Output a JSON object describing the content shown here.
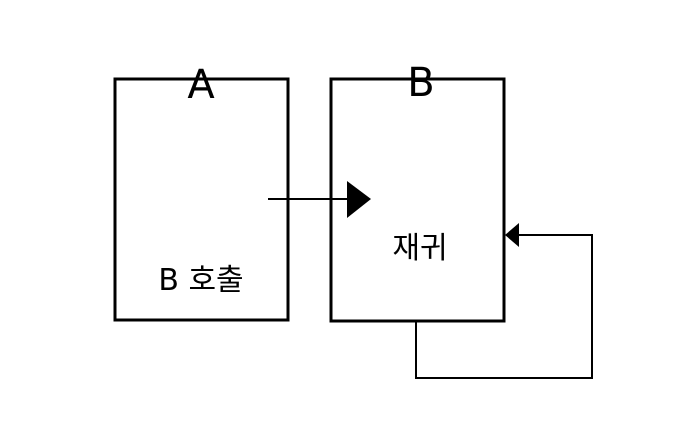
{
  "box_a": {
    "title": "A",
    "body": "B 호출"
  },
  "box_b": {
    "title": "B",
    "body": "재귀"
  },
  "edges": [
    {
      "from": "box_a",
      "to": "box_b",
      "label": ""
    },
    {
      "from": "box_b",
      "to": "box_b",
      "label": ""
    }
  ],
  "colors": {
    "stroke": "#000000",
    "background": "#ffffff"
  }
}
